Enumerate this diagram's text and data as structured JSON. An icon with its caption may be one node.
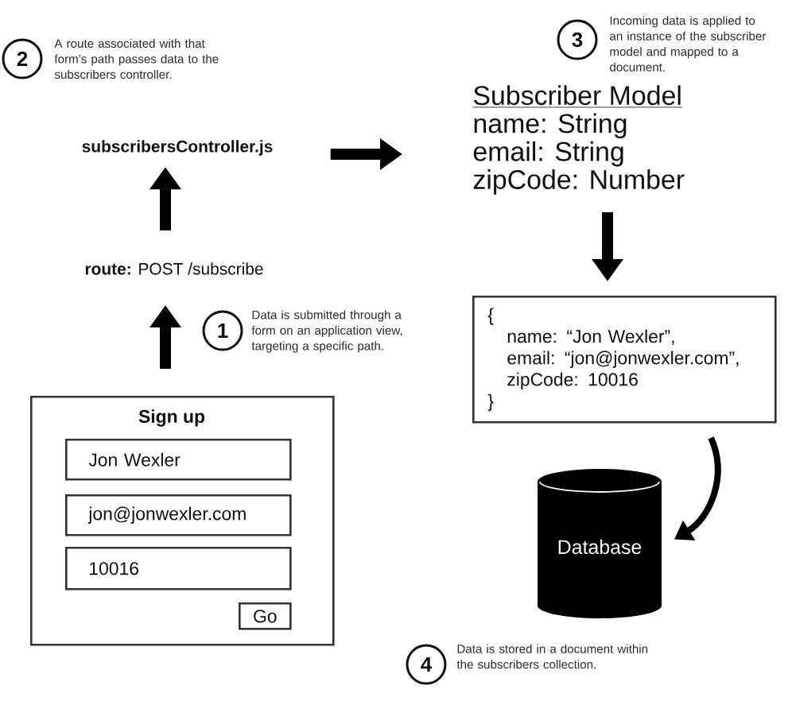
{
  "diagram": {
    "nodes": [
      {
        "text": [
          "2"
        ],
        "beside": [
          "A route associated with that form’s path passes data to the subscribers controller."
        ]
      },
      {
        "text": [
          "3"
        ],
        "beside": [
          "Incoming data is applied to an instance of the subscriber model and mapped to a document."
        ]
      },
      {
        "text": [
          "subscribersController.js"
        ]
      },
      {
        "text": [
          "Subscriber Model",
          "name: String",
          "email: String",
          "zipCode: Number"
        ]
      },
      {
        "text": [
          "**route:** POST /subscribe"
        ]
      },
      {
        "text": [
          "1"
        ],
        "beside": [
          "Data is submitted through a form on an application view, targeting a specific path."
        ]
      },
      {
        "text": [
          "{",
          "name: “Jon Wexler”,",
          "email: “jon@jonwexler.com”,",
          "zipCode: 10016",
          "}"
        ]
      },
      {
        "text": [
          "Sign up"
        ]
      },
      {
        "text": [
          "Jon Wexler"
        ],
        "in": 7
      },
      {
        "text": [
          "jon@jonwexler.com"
        ],
        "in": 7
      },
      {
        "text": [
          "10016"
        ],
        "in": 7
      },
      {
        "text": [
          "Go"
        ],
        "in": 7
      },
      {
        "text": [
          "Database"
        ]
      },
      {
        "text": [
          "4"
        ],
        "beside": [
          "Data is stored in a document within the subscribers collection."
        ]
      }
    ],
    "edges": [
      {
        "from": 7,
        "to": 4,
        "arrow": "to"
      },
      {
        "from": 4,
        "to": 2,
        "arrow": "to"
      },
      {
        "from": 2,
        "to": 3,
        "arrow": "to"
      },
      {
        "from": 3,
        "to": 6,
        "arrow": "to"
      },
      {
        "from": 6,
        "to": 12,
        "arrow": "to"
      }
    ]
  }
}
